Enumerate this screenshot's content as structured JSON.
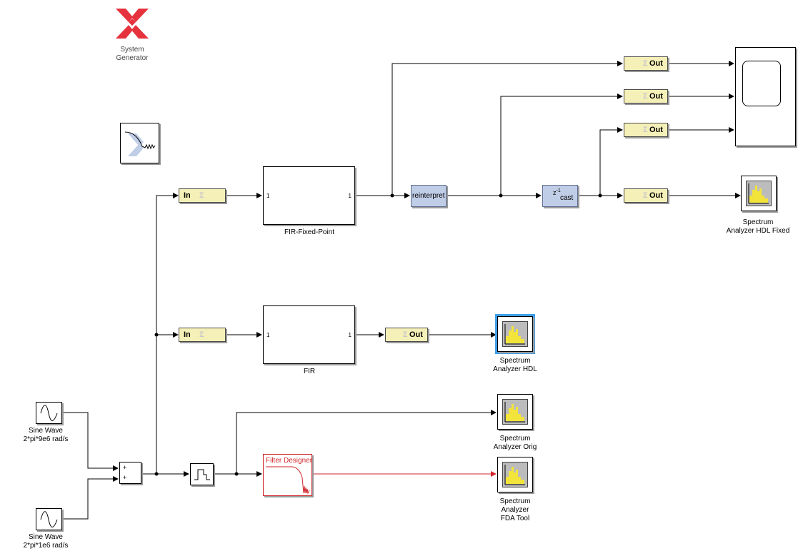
{
  "sysgen": {
    "label_line1": "System",
    "label_line2": "Generator"
  },
  "gateways": {
    "in_top": {
      "label": "In",
      "logo": "Σ"
    },
    "in_mid": {
      "label": "In",
      "logo": "Σ"
    },
    "out_1": {
      "label": "Out",
      "logo": "Σ"
    },
    "out_2": {
      "label": "Out",
      "logo": "Σ"
    },
    "out_3": {
      "label": "Out",
      "logo": "Σ"
    },
    "out_4": {
      "label": "Out",
      "logo": "Σ"
    },
    "out_mid": {
      "label": "Out",
      "logo": "Σ"
    }
  },
  "fir_fixed": {
    "label": "FIR-Fixed-Point",
    "in_port": "1",
    "out_port": "1"
  },
  "fir": {
    "label": "FIR",
    "in_port": "1",
    "out_port": "1"
  },
  "reinterpret": {
    "label": "reinterpret"
  },
  "cast": {
    "label": "cast",
    "z": "z",
    "exp": "-1"
  },
  "sine1": {
    "label_line1": "Sine Wave",
    "label_line2": "2*pi*9e6 rad/s"
  },
  "sine2": {
    "label_line1": "Sine Wave",
    "label_line2": "2*pi*1e6 rad/s"
  },
  "sum": {
    "sign1": "+",
    "sign2": "+"
  },
  "filter_designer": {
    "label": "Filter Designer",
    "color": "#d0262b"
  },
  "spectrum": {
    "hdl_fixed": {
      "line1": "Spectrum",
      "line2": "Analyzer HDL Fixed"
    },
    "hdl": {
      "line1": "Spectrum",
      "line2": "Analyzer HDL"
    },
    "orig": {
      "line1": "Spectrum",
      "line2": "Analyzer Orig"
    },
    "fda": {
      "line1": "Spectrum",
      "line2": "Analyzer",
      "line3": "FDA Tool"
    }
  },
  "colors": {
    "gateway_fill": "#f5f0b8",
    "xilinx_block_fill": "#c0cde6",
    "xilinx_logo_red": "#e5323c",
    "selection_highlight": "#3d9ee8",
    "red_signal": "#d0262b"
  }
}
